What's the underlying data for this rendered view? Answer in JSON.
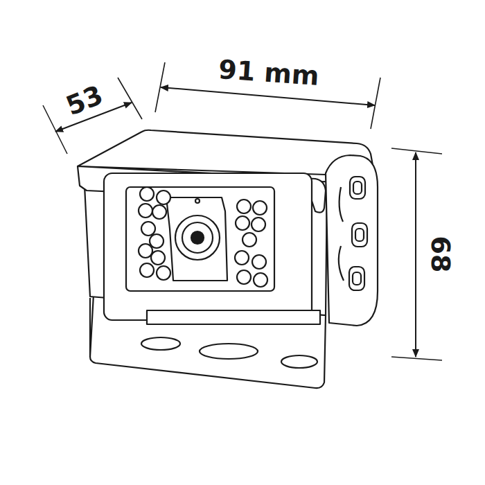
{
  "diagram": {
    "labels": [
      "53",
      "91 mm",
      "68"
    ]
  }
}
